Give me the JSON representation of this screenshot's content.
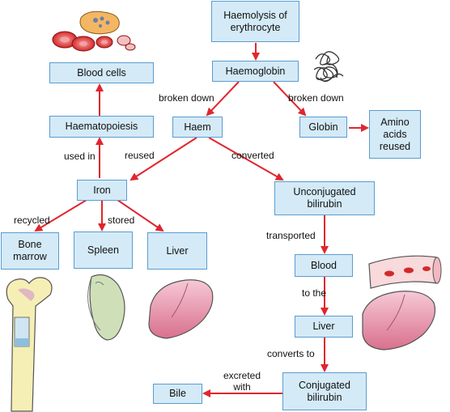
{
  "colors": {
    "box_fill": "#d4eaf7",
    "box_border": "#5b9cd0",
    "arrow": "#e0262e"
  },
  "boxes": {
    "haemolysis": "Haemolysis of\nerythrocyte",
    "haemoglobin": "Haemoglobin",
    "haem": "Haem",
    "globin": "Globin",
    "amino_acids": "Amino\nacids\nreused",
    "blood_cells": "Blood cells",
    "haematopoiesis": "Haematopoiesis",
    "iron": "Iron",
    "unconjugated_bilirubin": "Unconjugated\nbilirubin",
    "bone_marrow": "Bone\nmarrow",
    "spleen": "Spleen",
    "liver_left": "Liver",
    "blood": "Blood",
    "liver_right": "Liver",
    "conjugated_bilirubin": "Conjugated\nbilirubin",
    "bile": "Bile"
  },
  "labels": {
    "broken_down_left": "broken down",
    "broken_down_right": "broken down",
    "used_in": "used in",
    "reused": "reused",
    "converted": "converted",
    "recycled": "recycled",
    "stored": "stored",
    "transported": "transported",
    "to_the": "to the",
    "converts_to": "converts to",
    "excreted_with": "excreted\nwith"
  },
  "illustrations": [
    "red-blood-cells-icon",
    "globin-protein-icon",
    "bone-icon",
    "spleen-organ-icon",
    "liver-organ-icon",
    "blood-vessel-icon",
    "liver-organ-icon"
  ]
}
